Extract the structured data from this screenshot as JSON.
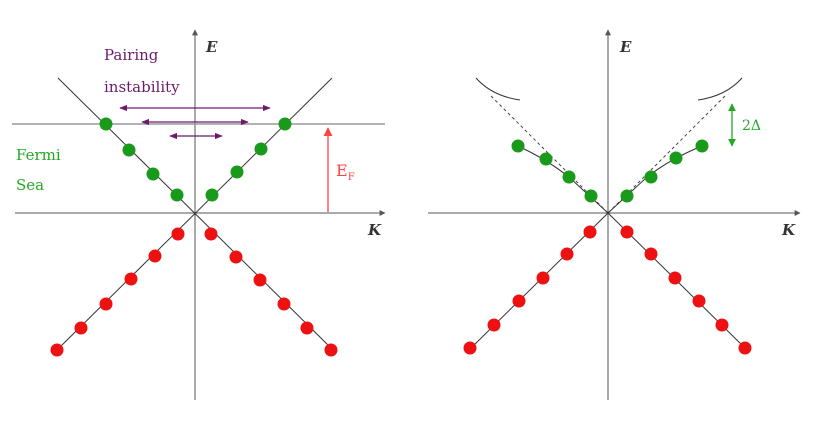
{
  "colors": {
    "axis": "#555555",
    "band_line": "#333333",
    "dashed": "#444444",
    "green_dot": "#1a9a1a",
    "red_dot": "#ee1111",
    "pairing": "#6a1b6a",
    "fermi": "#22aa22",
    "fermi_level_line": "#999999",
    "ef_arrow": "#ff4444",
    "gap": "#22aa22"
  },
  "left_panel": {
    "axis_label_e": "E",
    "axis_label_k": "K",
    "pairing_label_line1": "Pairing",
    "pairing_label_line2": "instability",
    "fermi_label_line1": "Fermi",
    "fermi_label_line2": "Sea",
    "ef_label_main": "E",
    "ef_label_sub": "F"
  },
  "right_panel": {
    "axis_label_e": "E",
    "axis_label_k": "K",
    "gap_label": "2Δ"
  }
}
